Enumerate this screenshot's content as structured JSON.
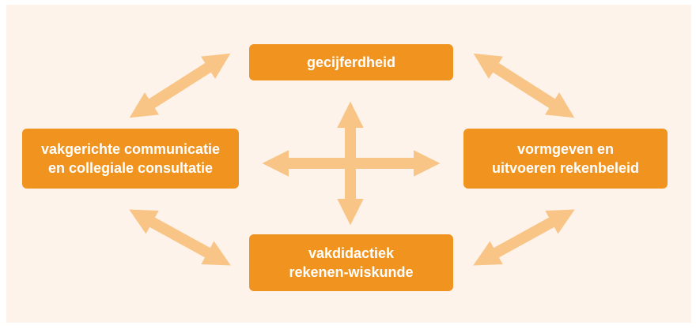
{
  "colors": {
    "background": "#fdf3ea",
    "box": "#f0941f",
    "arrow": "#f9c587",
    "text": "#ffffff"
  },
  "boxes": {
    "top": "gecijferdheid",
    "left": "vakgerichte communicatie\nen collegiale consultatie",
    "right": "vormgeven en\nuitvoeren rekenbeleid",
    "bottom": "vakdidactiek\nrekenen-wiskunde"
  }
}
